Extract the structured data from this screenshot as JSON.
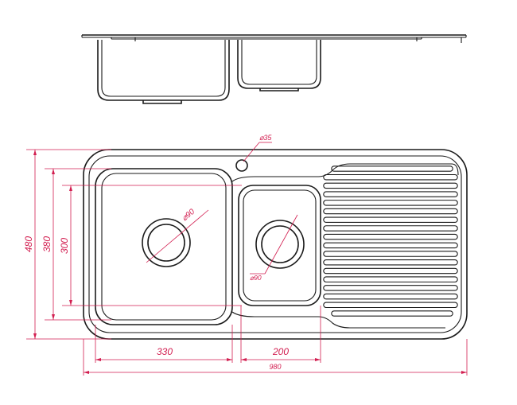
{
  "drawing": {
    "dimensions": {
      "overall_length": "980",
      "overall_width": "480",
      "bowl_depth_large": "380",
      "bowl_depth_small": "300",
      "large_bowl_width": "330",
      "small_bowl_width": "200",
      "waste_large": "⌀90",
      "waste_small": "⌀90",
      "tap_hole": "⌀35"
    },
    "colors": {
      "outline": "#1a1a1a",
      "dimension": "#d21e50",
      "background": "#ffffff"
    },
    "drainer_ribs": 18
  }
}
